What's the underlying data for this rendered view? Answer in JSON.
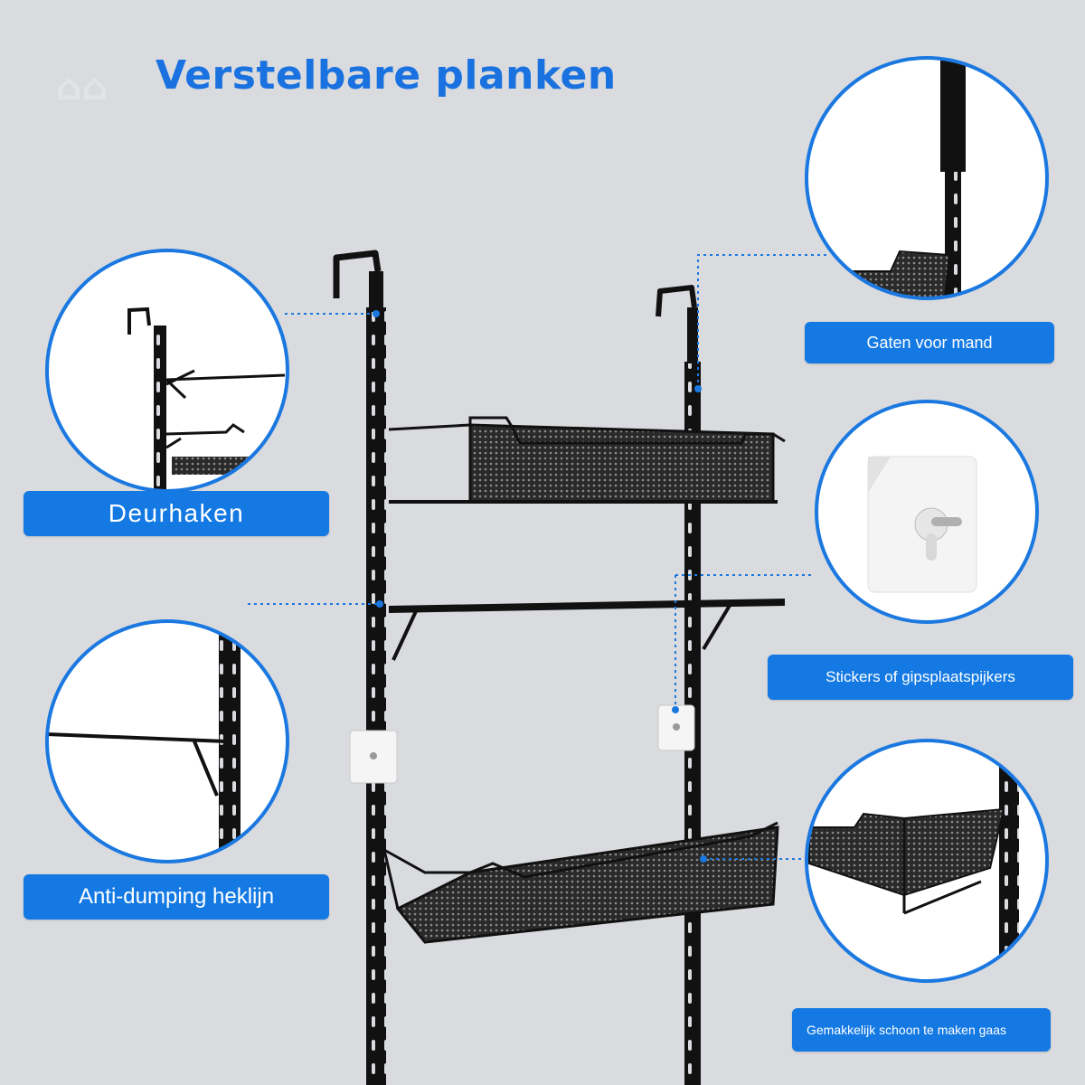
{
  "title": "Verstelbare planken",
  "labels": {
    "door_hooks": "Deurhaken",
    "anti_dumping": "Anti-dumping heklijn",
    "basket_holes": "Gaten voor mand",
    "stickers": "Stickers of gipsplaatspijkers",
    "easy_clean": "Gemakkelijk schoon te maken gaas"
  },
  "colors": {
    "accent": "#1479e3",
    "title": "#1a72e0",
    "background": "#d9dbde",
    "metal": "#1a1a1a"
  },
  "icons": [
    "door-hook",
    "basket-hole",
    "adhesive-wall-hook",
    "mesh-basket"
  ]
}
